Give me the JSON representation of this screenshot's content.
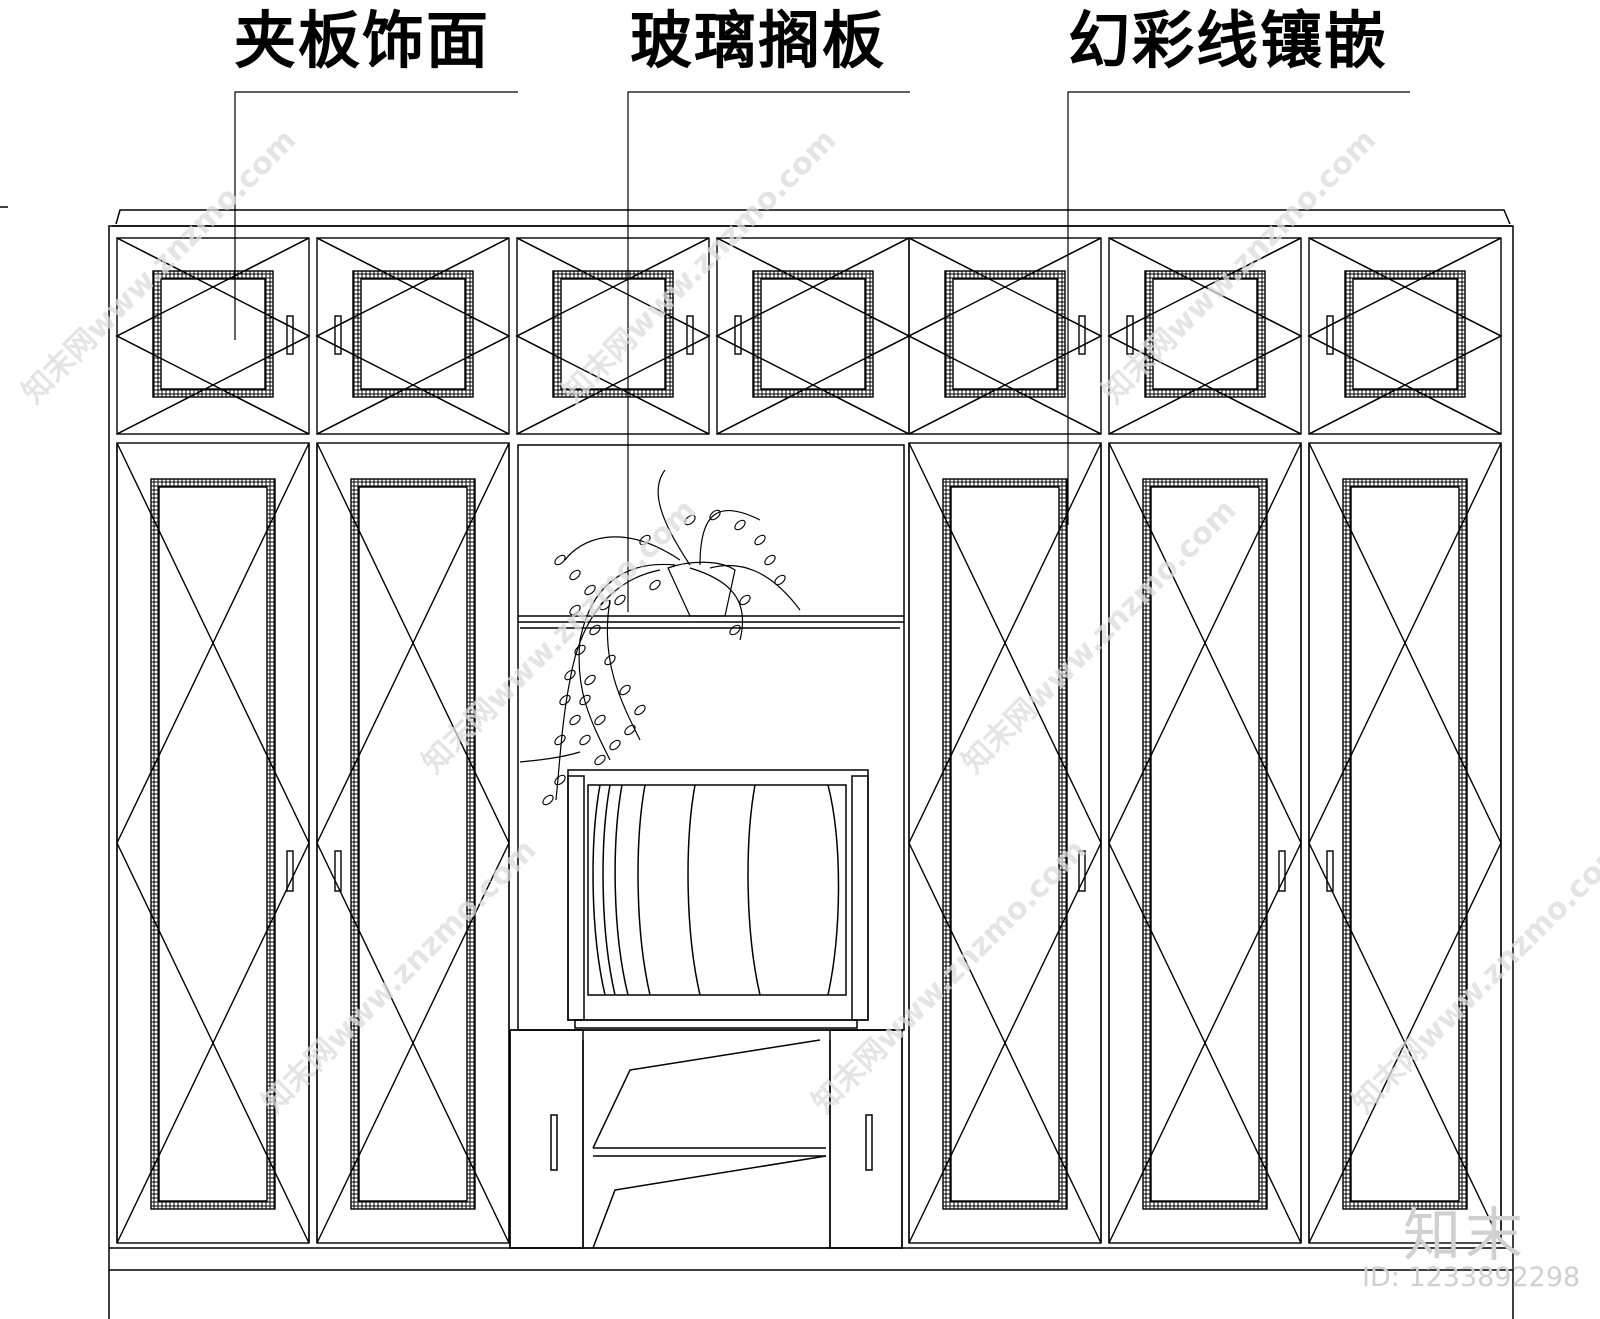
{
  "labels": {
    "left": "夹板饰面",
    "center": "玻璃搁板",
    "right": "幻彩线镶嵌"
  },
  "watermark": {
    "brand": "知末",
    "id_text": "ID: 1233892298",
    "site_text": "知末网www.znzmo.com"
  },
  "colors": {
    "line": "#000000",
    "watermark": "#d0d0d0",
    "background": "#ffffff"
  }
}
